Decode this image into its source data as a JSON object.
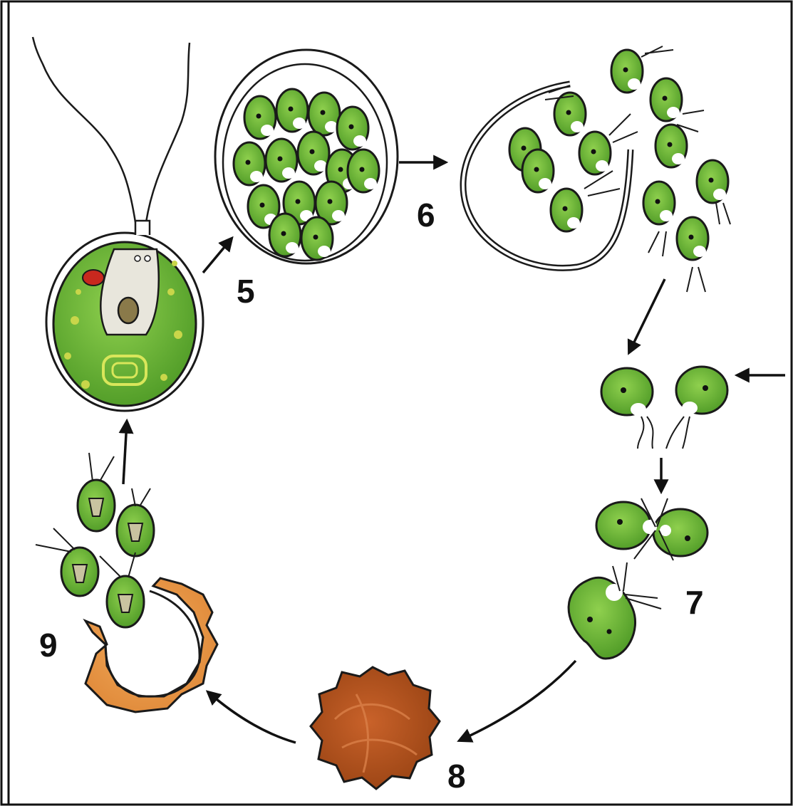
{
  "labels": {
    "stage_5": "5",
    "stage_6": "6",
    "stage_7": "7",
    "stage_8": "8",
    "stage_9": "9"
  },
  "colors": {
    "cell_green": "#6dbb3a",
    "cell_green_dark": "#3f8a1f",
    "cell_outline": "#1a1a1a",
    "eyespot": "#c8281e",
    "vacuole": "#e8e6dc",
    "pyrenoid": "#c9d64a",
    "zygote_brown": "#b8541f",
    "zygote_dark": "#8a3a12",
    "zygote_open": "#eb9a4a",
    "arrow": "#111111"
  },
  "icons": {
    "arrow": "arrow-icon"
  }
}
